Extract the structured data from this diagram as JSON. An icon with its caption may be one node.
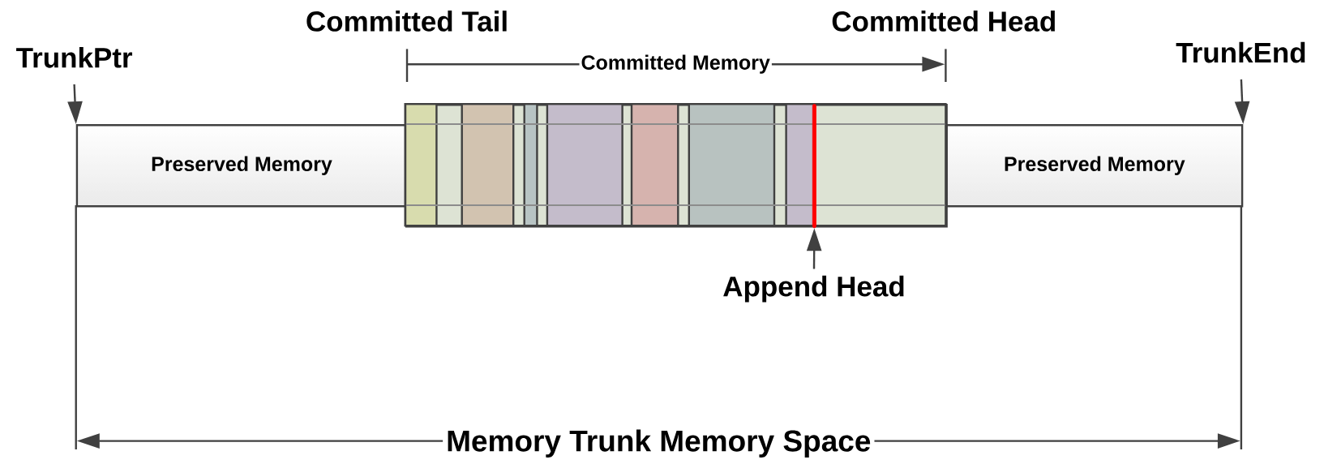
{
  "diagram": {
    "nodes": [
      {
        "text": [
          "TrunkPtr"
        ]
      },
      {
        "text": [
          "TrunkEnd"
        ]
      },
      {
        "text": [
          "Committed Tail"
        ]
      },
      {
        "text": [
          "Committed Head"
        ]
      },
      {
        "text": [
          "Preserved Memory"
        ]
      },
      {
        "text": [
          "Preserved Memory"
        ]
      },
      {
        "text": [],
        "shape": "box"
      },
      {
        "text": [],
        "shape": "bar",
        "in": 6
      },
      {
        "text": [
          "Append Head"
        ]
      }
    ],
    "edges": [
      {
        "from": 0,
        "to": 4,
        "arrow": "to"
      },
      {
        "from": 1,
        "to": 5,
        "arrow": "to"
      },
      {
        "from": 8,
        "to": 7,
        "arrow": "to"
      }
    ],
    "labels": [
      "Committed Memory",
      "Memory Trunk Memory Space"
    ]
  }
}
